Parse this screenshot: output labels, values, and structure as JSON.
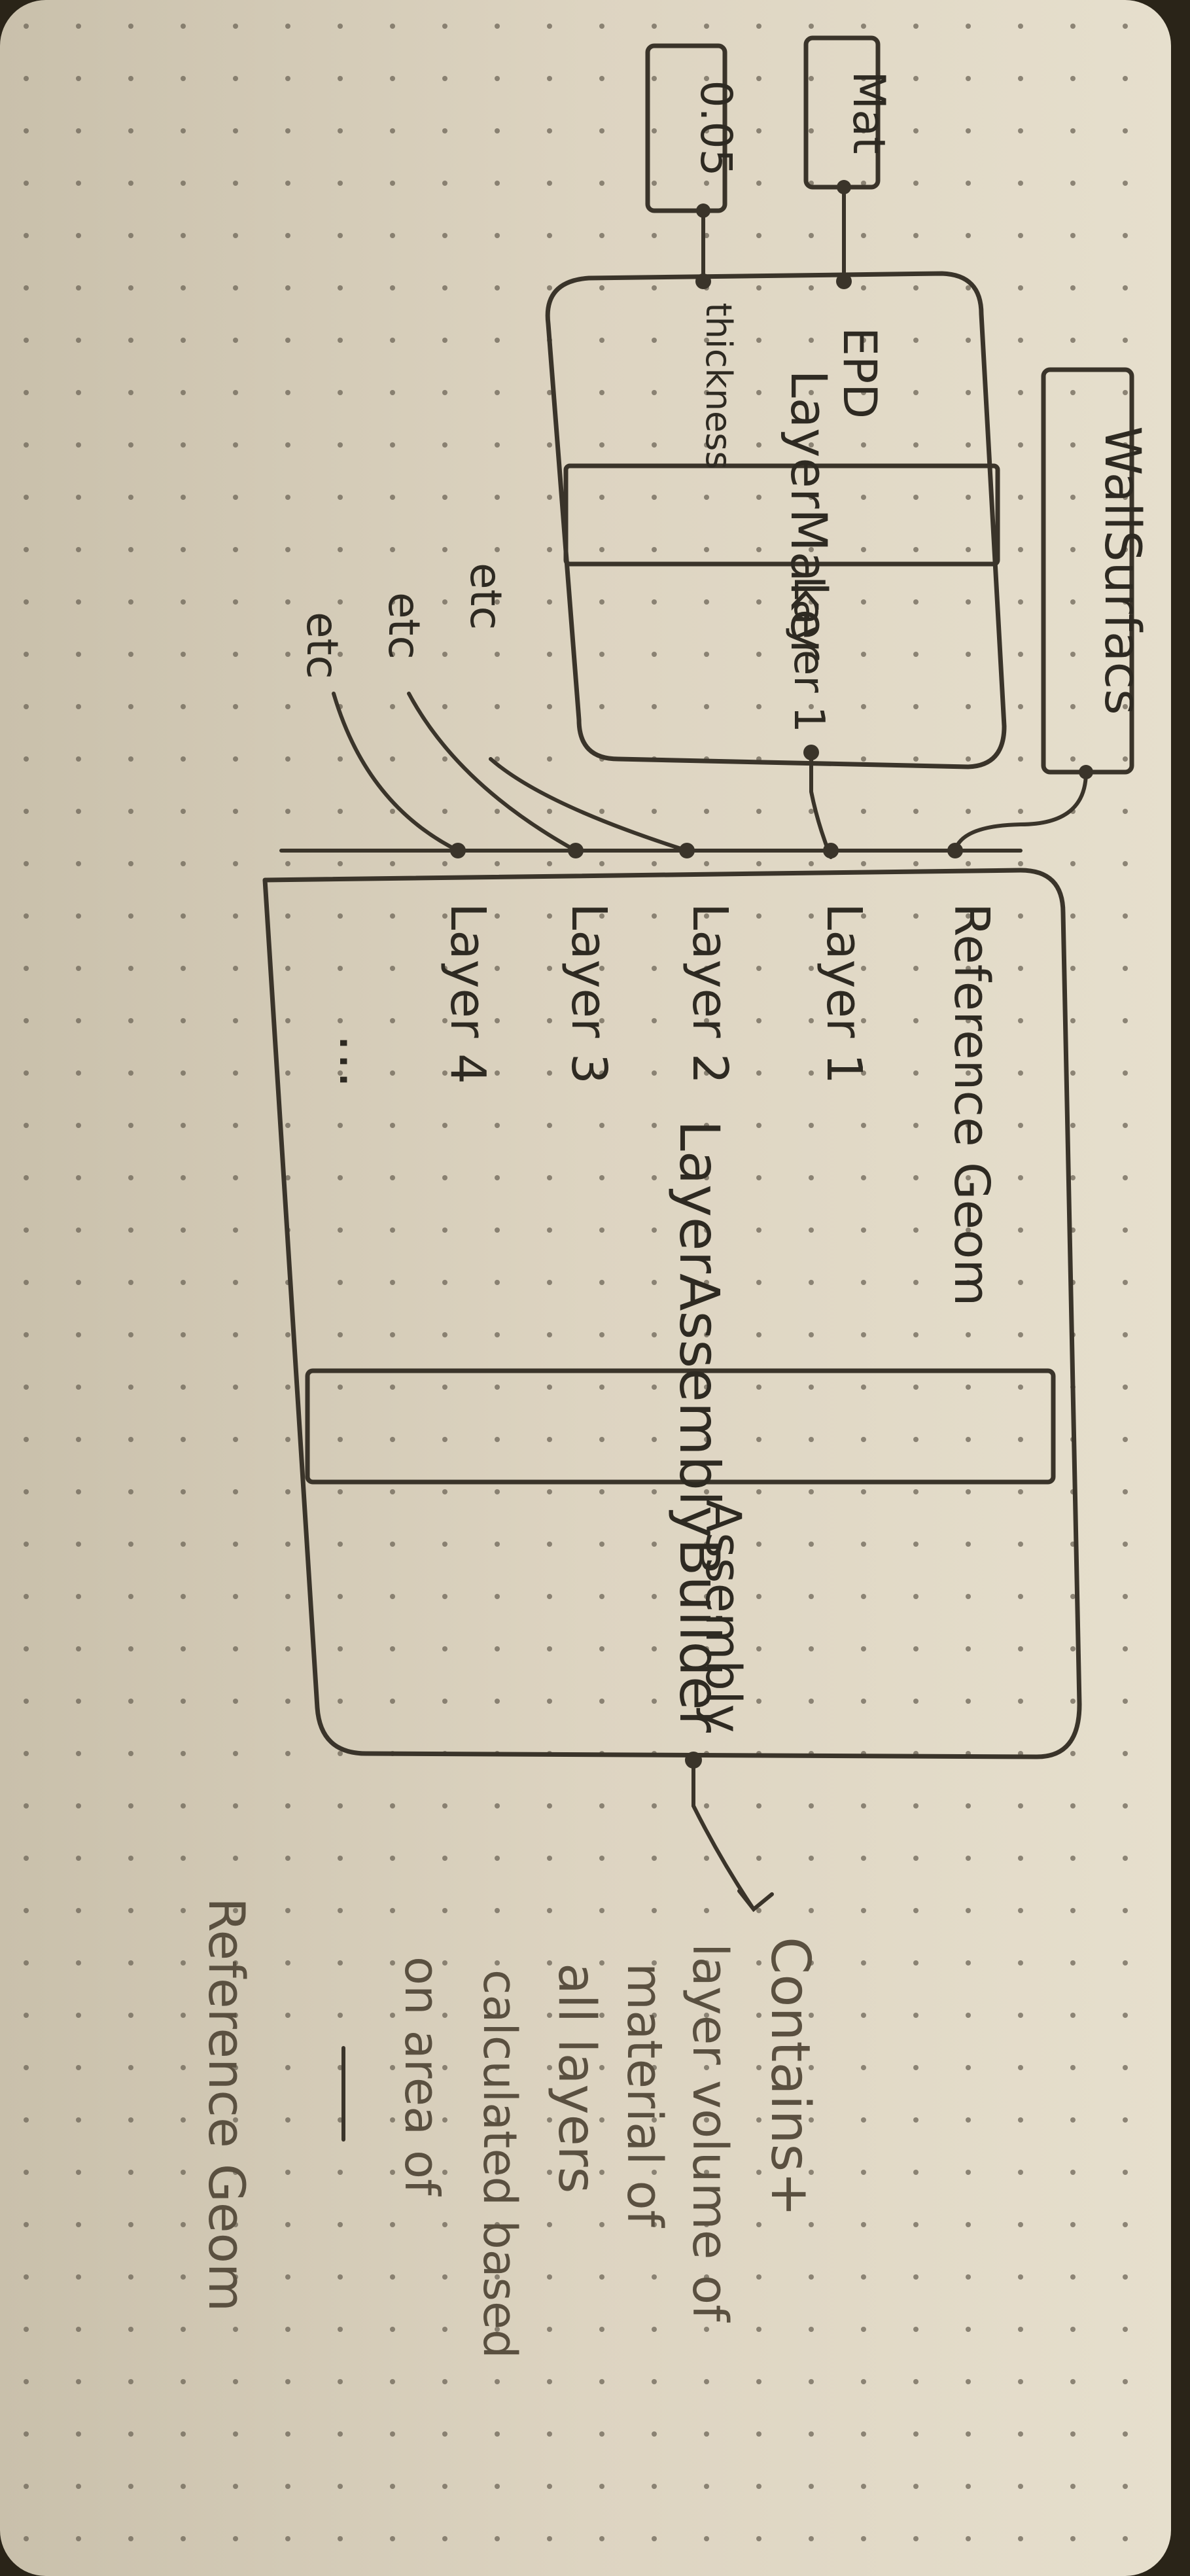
{
  "inputs": {
    "mat": "Mat",
    "thickness_value": "0.05",
    "wall_surfaces": "WallSurfacs"
  },
  "layer_maker": {
    "title": "LayerMaker",
    "input_epd": "EPD",
    "input_thickness": "thickness",
    "output_layer": "Layer 1"
  },
  "extra_wires": [
    "etc",
    "etc",
    "etc"
  ],
  "assembly_builder": {
    "title": "LayerAssemblyBuilder",
    "inputs": [
      "Reference Geom",
      "Layer 1",
      "Layer 2",
      "Layer 3",
      "Layer 4"
    ],
    "ellipsis": "…",
    "output": "Assembly"
  },
  "note": {
    "lines": [
      "Contains+",
      "layer volume of",
      "material of",
      "all layers",
      "calculated based",
      "on area of",
      "Reference Geom"
    ],
    "underlined_word": "area"
  },
  "colors": {
    "paper": "#ded6c3",
    "ink": "#3a342a",
    "pencil": "#5a5040"
  }
}
